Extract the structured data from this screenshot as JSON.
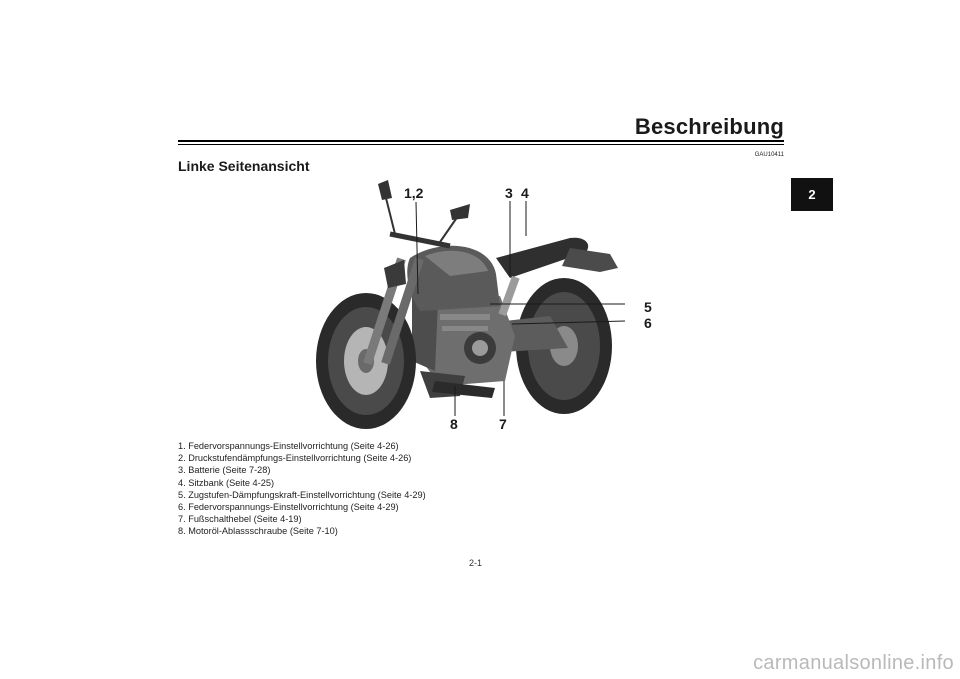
{
  "header": {
    "title": "Beschreibung",
    "chapter_tab": "2",
    "doc_code": "GAU10411"
  },
  "section": {
    "heading": "Linke Seitenansicht"
  },
  "figure": {
    "subject": "motorcycle-left-side-view",
    "callouts": [
      "1,2",
      "3",
      "4",
      "5",
      "6",
      "7",
      "8"
    ]
  },
  "legend": [
    "1. Federvorspannungs-Einstellvorrichtung (Seite 4-26)",
    "2. Druckstufendämpfungs-Einstellvorrichtung (Seite 4-26)",
    "3. Batterie (Seite 7-28)",
    "4. Sitzbank (Seite 4-25)",
    "5. Zugstufen-Dämpfungskraft-Einstellvorrichtung (Seite 4-29)",
    "6. Federvorspannungs-Einstellvorrichtung (Seite 4-29)",
    "7. Fußschalthebel (Seite 4-19)",
    "8. Motoröl-Ablassschraube (Seite 7-10)"
  ],
  "footer": {
    "page_number": "2-1",
    "watermark": "carmanualsonline.info"
  }
}
